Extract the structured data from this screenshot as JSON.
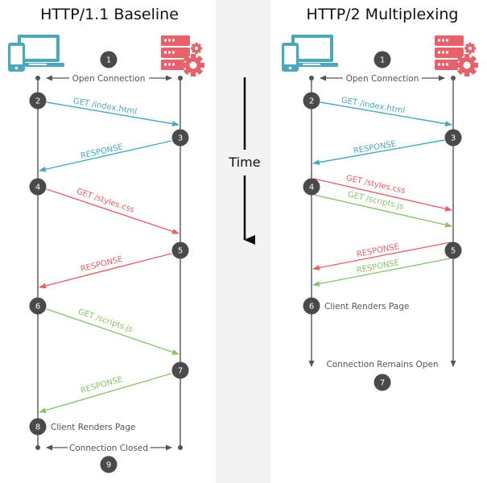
{
  "colors": {
    "teal": "#4aa8ba",
    "red": "#e8606a",
    "green": "#8cc26a",
    "step_circle": "#4a4a4a",
    "lifeline": "#6a6a6a",
    "time_band": "#f3f3f3"
  },
  "time_axis": {
    "label": "Time"
  },
  "http11": {
    "title": "HTTP/1.1 Baseline",
    "client_icon": "client-devices-icon",
    "server_icon": "server-gear-icon",
    "open_connection": "Open Connection",
    "connection_closed": "Connection Closed",
    "client_renders": "Client Renders Page",
    "steps": [
      "1",
      "2",
      "3",
      "4",
      "5",
      "6",
      "7",
      "8",
      "9"
    ],
    "messages": [
      {
        "label": "GET /index.html",
        "color": "teal",
        "direction": "client-to-server"
      },
      {
        "label": "RESPONSE",
        "color": "teal",
        "direction": "server-to-client"
      },
      {
        "label": "GET /styles.css",
        "color": "red",
        "direction": "client-to-server"
      },
      {
        "label": "RESPONSE",
        "color": "red",
        "direction": "server-to-client"
      },
      {
        "label": "GET /scripts.js",
        "color": "green",
        "direction": "client-to-server"
      },
      {
        "label": "RESPONSE",
        "color": "green",
        "direction": "server-to-client"
      }
    ]
  },
  "http2": {
    "title": "HTTP/2 Multiplexing",
    "client_icon": "client-devices-icon",
    "server_icon": "server-gear-icon",
    "open_connection": "Open Connection",
    "connection_remains_open": "Connection Remains Open",
    "client_renders": "Client Renders Page",
    "steps": [
      "1",
      "2",
      "3",
      "4",
      "5",
      "6",
      "7"
    ],
    "messages": [
      {
        "label": "GET /index.html",
        "color": "teal",
        "direction": "client-to-server"
      },
      {
        "label": "RESPONSE",
        "color": "teal",
        "direction": "server-to-client"
      },
      {
        "label": "GET /styles.css",
        "color": "red",
        "direction": "client-to-server"
      },
      {
        "label": "GET /scripts.js",
        "color": "green",
        "direction": "client-to-server"
      },
      {
        "label": "RESPONSE",
        "color": "red",
        "direction": "server-to-client"
      },
      {
        "label": "RESPONSE",
        "color": "green",
        "direction": "server-to-client"
      }
    ]
  }
}
